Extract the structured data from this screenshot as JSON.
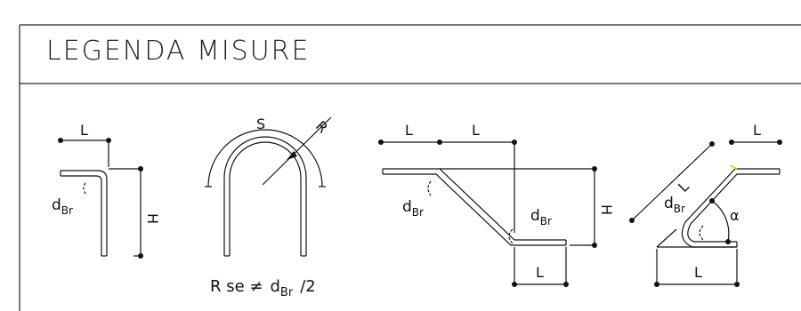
{
  "title": "LEGENDA MISURE",
  "labels": {
    "L": "L",
    "H": "H",
    "S": "S",
    "R": "R",
    "alpha": "α",
    "d_main": "d",
    "d_sub": "Br",
    "formula_prefix": "R se ≠",
    "formula_d": "d",
    "formula_sub": "Br",
    "formula_suffix": "/2"
  },
  "colors": {
    "line": "#111111",
    "frame": "#222222",
    "accent": "#e8d21a"
  }
}
